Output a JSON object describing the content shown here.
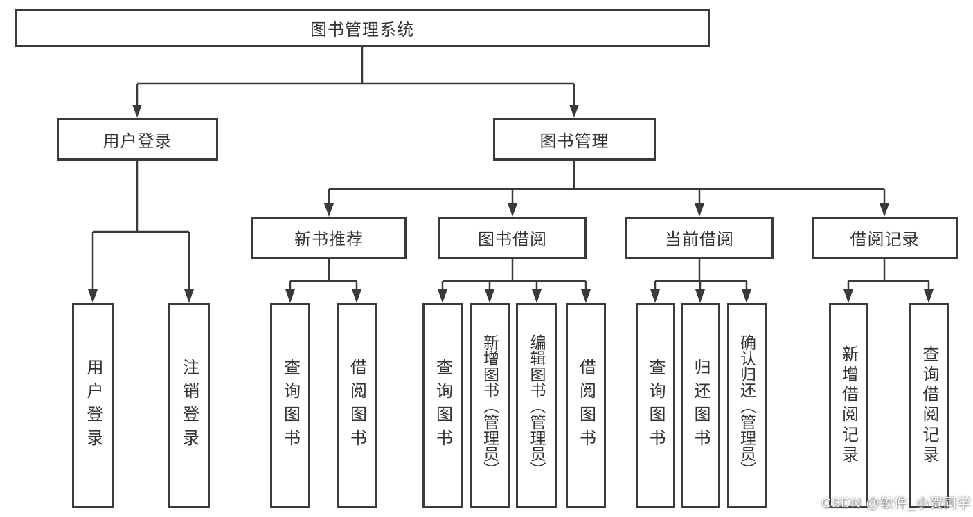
{
  "diagram": {
    "watermark": "CSDN @软件_小贺同学",
    "colors": {
      "line": "#3a3a3a",
      "text": "#333333",
      "background": "#ffffff"
    },
    "nodes": {
      "root": {
        "label": "图书管理系统"
      },
      "user_login": {
        "label": "用户登录"
      },
      "book_mgmt": {
        "label": "图书管理"
      },
      "new_book_rec": {
        "label": "新书推荐"
      },
      "book_borrow": {
        "label": "图书借阅"
      },
      "current_borrow": {
        "label": "当前借阅"
      },
      "borrow_records": {
        "label": "借阅记录"
      },
      "leaf_user_login": {
        "label": "用户登录"
      },
      "leaf_logout": {
        "label": "注销登录"
      },
      "leaf_query_book_rec": {
        "label": "查询图书"
      },
      "leaf_borrow_book_rec": {
        "label": "借阅图书"
      },
      "leaf_query_book_borrow": {
        "label": "查询图书"
      },
      "leaf_add_book": {
        "label": "新增图书（管理员）"
      },
      "leaf_edit_book": {
        "label": "编辑图书（管理员）"
      },
      "leaf_borrow_book": {
        "label": "借阅图书"
      },
      "leaf_query_book_current": {
        "label": "查询图书"
      },
      "leaf_return_book": {
        "label": "归还图书"
      },
      "leaf_confirm_return": {
        "label": "确认归还（管理员）"
      },
      "leaf_add_borrow_record": {
        "label": "新增借阅记录"
      },
      "leaf_query_borrow_record": {
        "label": "查询借阅记录"
      }
    }
  }
}
